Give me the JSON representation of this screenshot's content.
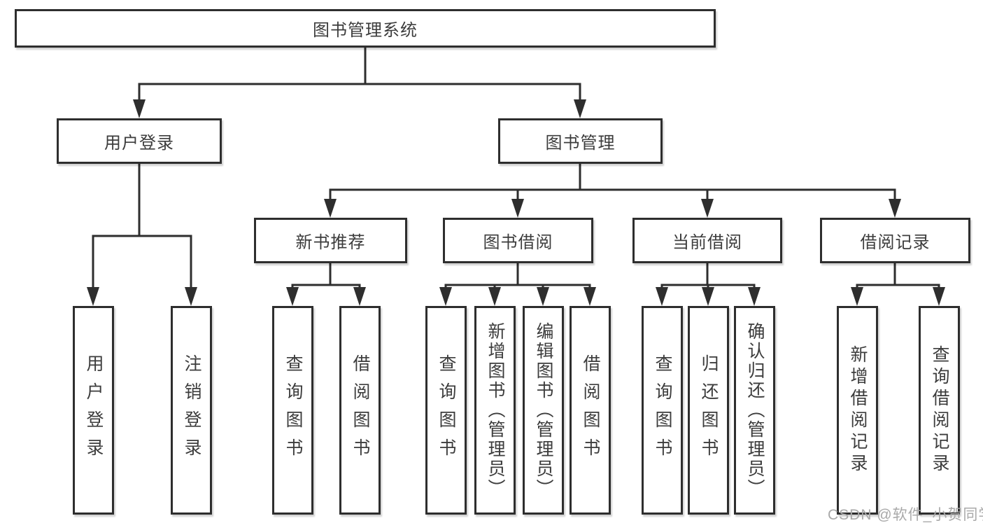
{
  "diagram": {
    "type": "hierarchy-diagram",
    "root": {
      "label": "图书管理系统"
    },
    "children": [
      {
        "label": "用户登录",
        "children": [
          {
            "label": "用户登录"
          },
          {
            "label": "注销登录"
          }
        ]
      },
      {
        "label": "图书管理",
        "children": [
          {
            "label": "新书推荐",
            "children": [
              {
                "label": "查询图书"
              },
              {
                "label": "借阅图书"
              }
            ]
          },
          {
            "label": "图书借阅",
            "children": [
              {
                "label": "查询图书"
              },
              {
                "label": "新增图书（管理员）"
              },
              {
                "label": "编辑图书（管理员）"
              },
              {
                "label": "借阅图书"
              }
            ]
          },
          {
            "label": "当前借阅",
            "children": [
              {
                "label": "查询图书"
              },
              {
                "label": "归还图书"
              },
              {
                "label": "确认归还（管理员）"
              }
            ]
          },
          {
            "label": "借阅记录",
            "children": [
              {
                "label": "新增借阅记录"
              },
              {
                "label": "查询借阅记录"
              }
            ]
          }
        ]
      }
    ]
  },
  "watermark": "CSDN @软件_小贺同学",
  "colors": {
    "line": "#2e2e2e",
    "text": "#3c3c3c",
    "box-bg": "#ffffff",
    "page-bg": "#ffffff",
    "watermark": "#a9a9a9"
  }
}
